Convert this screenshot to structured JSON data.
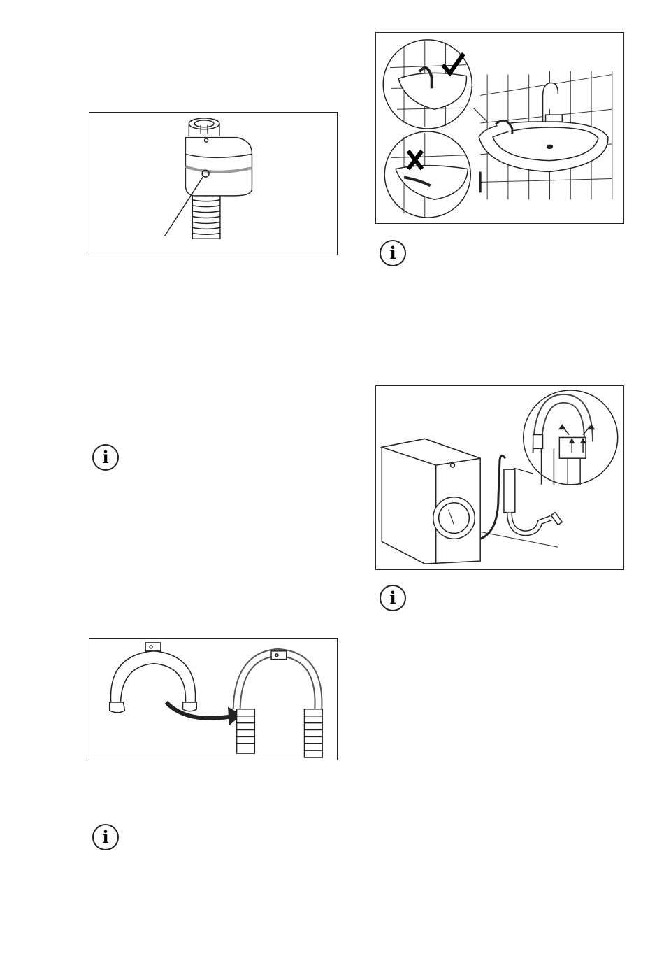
{
  "info_icon": {
    "glyph": "i"
  },
  "figures": [
    {
      "id": "hose-guide-clip",
      "icon": "hose-guide-clip-illustration"
    },
    {
      "id": "drain-in-sink",
      "icon": "sink-drain-correct-incorrect-illustration"
    },
    {
      "id": "drain-to-standpipe",
      "icon": "washing-machine-standpipe-illustration"
    },
    {
      "id": "fit-u-guide",
      "icon": "u-piece-onto-hose-illustration"
    }
  ],
  "marks": {
    "correct": "check-icon",
    "incorrect": "cross-icon"
  }
}
